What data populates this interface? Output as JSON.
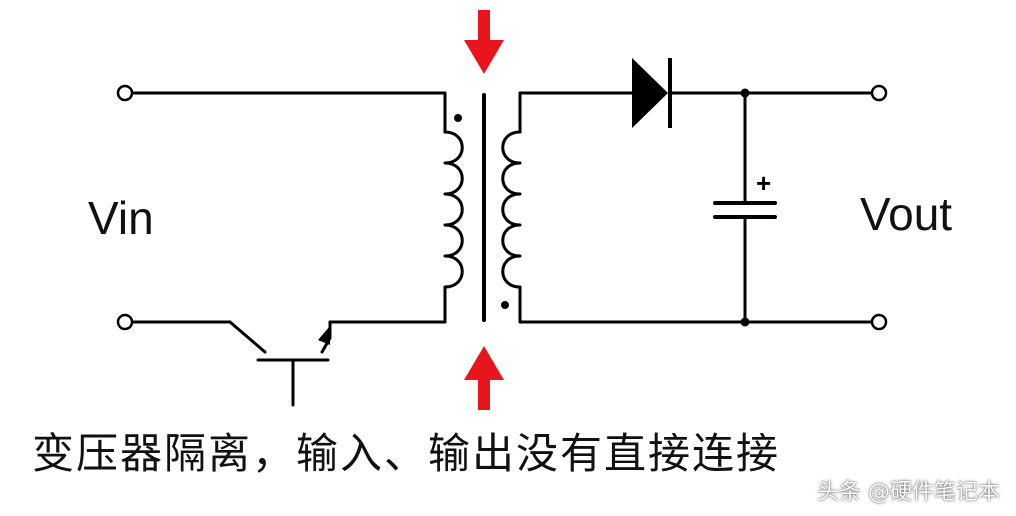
{
  "labels": {
    "vin": "Vin",
    "vout": "Vout",
    "cap_plus": "+"
  },
  "caption": "变压器隔离，输入、输出没有直接连接",
  "watermark": "头条 @硬件笔记本",
  "colors": {
    "wire": "#000000",
    "arrow": "#e8161c",
    "background": "#ffffff"
  },
  "components": [
    "input-terminals",
    "npn-transistor",
    "transformer",
    "diode",
    "capacitor",
    "output-terminals",
    "isolation-arrows"
  ]
}
